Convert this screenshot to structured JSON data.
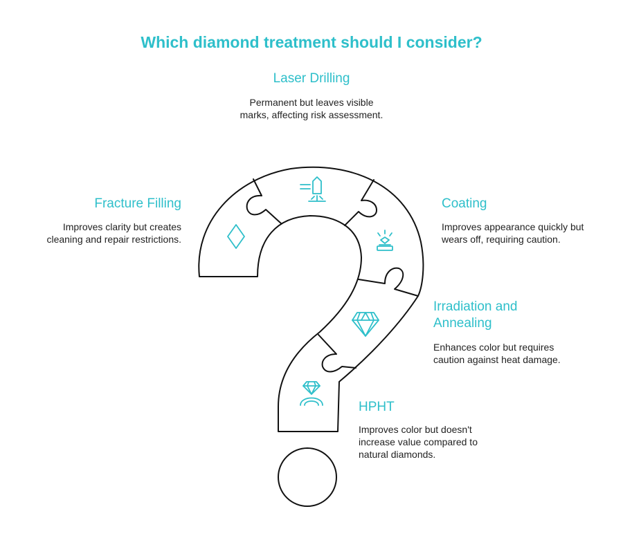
{
  "title": "Which diamond treatment should I consider?",
  "colors": {
    "accent": "#2ebfca",
    "text": "#222222",
    "outline": "#111111"
  },
  "treatments": [
    {
      "name": "Laser Drilling",
      "description": "Permanent but leaves visible marks, affecting risk assessment.",
      "icon": "laser-icon"
    },
    {
      "name": "Fracture Filling",
      "description": "Improves clarity but creates cleaning and repair restrictions.",
      "icon": "diamond-outline-icon"
    },
    {
      "name": "Coating",
      "description": "Improves appearance quickly but wears off, requiring caution.",
      "icon": "shining-gem-icon"
    },
    {
      "name": "Irradiation and Annealing",
      "description": "Enhances color but requires caution against heat damage.",
      "icon": "gem-icon"
    },
    {
      "name": "HPHT",
      "description": "Improves color but doesn't increase value compared to natural diamonds.",
      "icon": "diamond-ring-icon"
    }
  ]
}
